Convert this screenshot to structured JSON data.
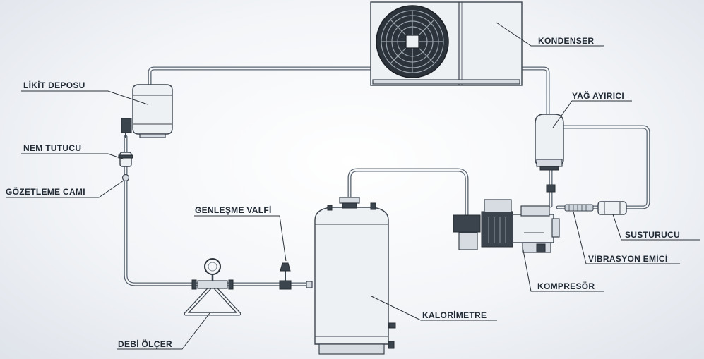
{
  "labels": {
    "kondenser": "KONDENSER",
    "likit_deposu": "LİKİT DEPOSU",
    "yag_ayirici": "YAĞ AYIRICI",
    "nem_tutucu": "NEM TUTUCU",
    "gozetleme_cami": "GÖZETLEME CAMI",
    "genlesme_valfi": "GENLEŞME VALFİ",
    "susturucu": "SUSTURUCU",
    "vibrasyon_emici": "VİBRASYON EMİCİ",
    "kompresor": "KOMPRESÖR",
    "kalorimetre": "KALORİMETRE",
    "debi_olcer": "DEBİ ÖLÇER"
  },
  "colors": {
    "pipe": "#5a6470",
    "line": "#3c444e",
    "label_text": "#1f2833"
  }
}
